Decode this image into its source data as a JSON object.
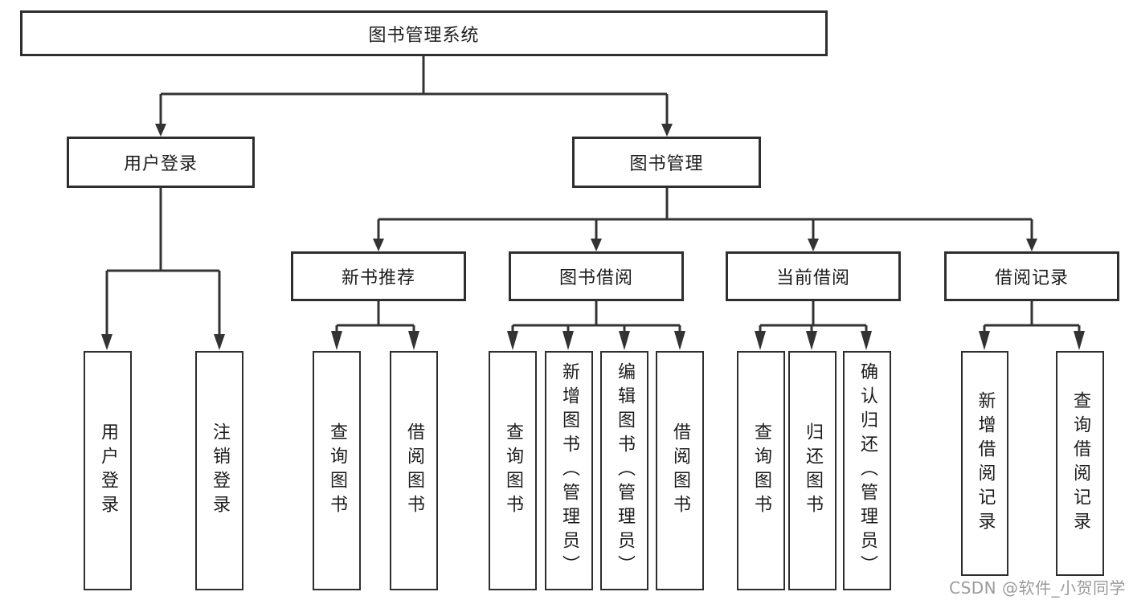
{
  "diagram": {
    "type": "function-structure-tree",
    "tree": {
      "label": "图书管理系统",
      "children": [
        {
          "label": "用户登录",
          "children": [
            {
              "label": "用户登录"
            },
            {
              "label": "注销登录"
            }
          ]
        },
        {
          "label": "图书管理",
          "children": [
            {
              "label": "新书推荐",
              "children": [
                {
                  "label": "查询图书"
                },
                {
                  "label": "借阅图书"
                }
              ]
            },
            {
              "label": "图书借阅",
              "children": [
                {
                  "label": "查询图书"
                },
                {
                  "label": "新增图书（管理员）"
                },
                {
                  "label": "编辑图书（管理员）"
                },
                {
                  "label": "借阅图书"
                }
              ]
            },
            {
              "label": "当前借阅",
              "children": [
                {
                  "label": "查询图书"
                },
                {
                  "label": "归还图书"
                },
                {
                  "label": "确认归还（管理员）"
                }
              ]
            },
            {
              "label": "借阅记录",
              "children": [
                {
                  "label": "新增借阅记录"
                },
                {
                  "label": "查询借阅记录"
                }
              ]
            }
          ]
        }
      ]
    },
    "colors": {
      "line": "#333333",
      "box_border": "#2e2e2e",
      "box_background": "#ffffff",
      "text": "#1c1c1c",
      "watermark_text": "#9b9b9b"
    }
  },
  "watermark": {
    "text": "CSDN @软件_小贺同学"
  }
}
